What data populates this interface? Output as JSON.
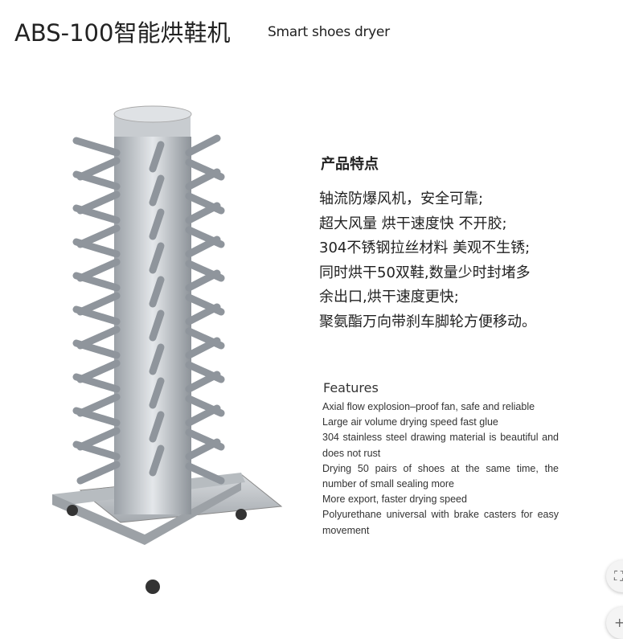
{
  "header": {
    "title": "ABS-100智能烘鞋机",
    "subtitle": "Smart shoes dryer"
  },
  "features_cn": {
    "heading": "产品特点",
    "items": [
      "轴流防爆风机，安全可靠;",
      "超大风量 烘干速度快 不开胶;",
      "304不锈钢拉丝材料 美观不生锈;",
      "同时烘干50双鞋,数量少时封堵多",
      "余出口,烘干速度更快;",
      "聚氨酯万向带刹车脚轮方便移动。"
    ]
  },
  "features_en": {
    "heading": "Features",
    "items": [
      "Axial flow explosion–proof fan, safe and reliable",
      "Large air volume drying speed fast glue",
      "304 stainless steel drawing material is beautiful and does not rust",
      "Drying 50 pairs of shoes at the same time, the number of small sealing more",
      "More export, faster drying speed",
      "Polyurethane universal with brake casters for easy movement"
    ]
  },
  "controls": {
    "fullscreen_icon": "⛶",
    "zoom_in_icon": "+"
  }
}
